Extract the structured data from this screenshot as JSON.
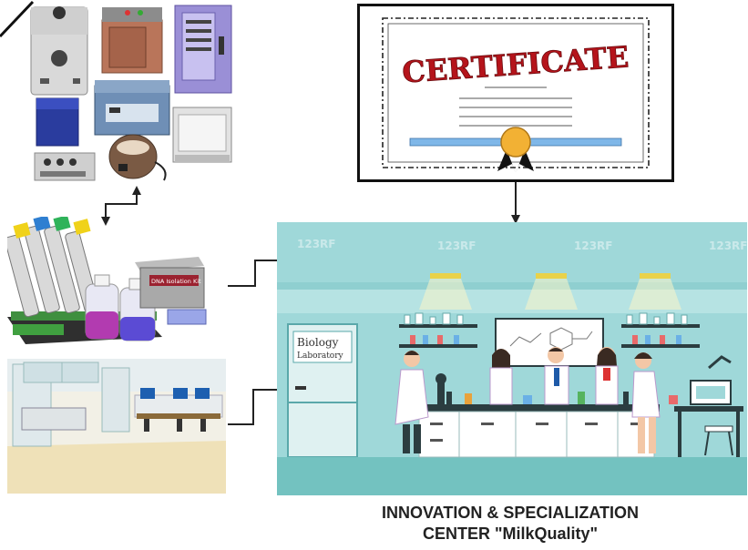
{
  "certificate": {
    "title": "CERTIFICATE"
  },
  "lab_panel": {
    "door_sign_line1": "Biology",
    "door_sign_line2": "Laboratory",
    "watermark": "123RF"
  },
  "dna_kit": {
    "label": "DNA Isolation Kit"
  },
  "caption": {
    "line1": "INNOVATION & SPECIALIZATION",
    "line2": "CENTER \"MilkQuality\""
  },
  "colors": {
    "certificate_title": "#b5141b",
    "lab_wall": "#9fd8d9",
    "lab_floor": "#73c2c0",
    "ribbon": "#7fb7e8",
    "seal": "#f2b134",
    "arrow": "#222222"
  }
}
